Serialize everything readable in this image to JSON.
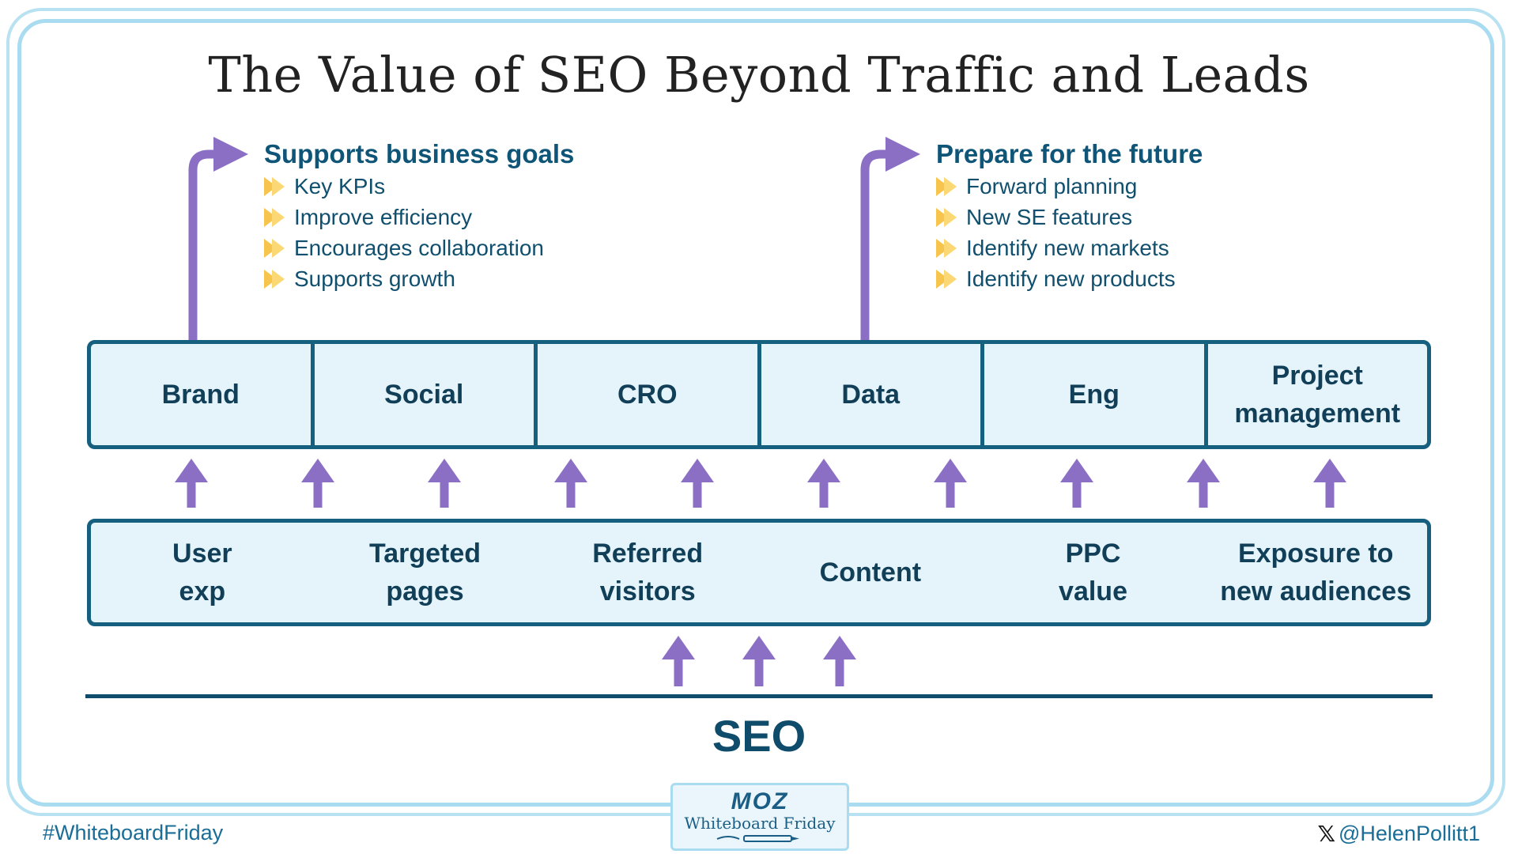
{
  "title": "The Value of SEO Beyond Traffic and Leads",
  "goals": [
    {
      "heading": "Supports business goals",
      "items": [
        "Key KPIs",
        "Improve efficiency",
        "Encourages collaboration",
        "Supports growth"
      ]
    },
    {
      "heading": "Prepare for the future",
      "items": [
        "Forward planning",
        "New SE features",
        "Identify new markets",
        "Identify new products"
      ]
    }
  ],
  "top_row": [
    "Brand",
    "Social",
    "CRO",
    "Data",
    "Eng",
    "Project\nmanagement"
  ],
  "bottom_row": [
    "User\nexp",
    "Targeted\npages",
    "Referred\nvisitors",
    "Content",
    "PPC\nvalue",
    "Exposure to\nnew audiences"
  ],
  "base_label": "SEO",
  "badge": {
    "logo": "MOZ",
    "subtitle": "Whiteboard Friday"
  },
  "footer": {
    "hashtag": "#WhiteboardFriday",
    "handle": "@HelenPollitt1",
    "handle_icon": "x-logo-icon"
  },
  "colors": {
    "arrow": "#8b6fc5",
    "box_border": "#16607f",
    "box_fill": "#e5f3fa",
    "bullet": "#f7c54e",
    "frame": "#a9dcf0",
    "heading": "#0f5577"
  }
}
